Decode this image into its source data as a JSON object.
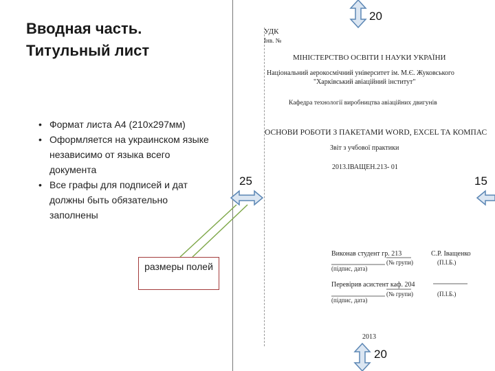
{
  "slide": {
    "title_line1": "Вводная часть.",
    "title_line2": "Титульный лист",
    "bullets": [
      "Формат листа А4 (210х297мм)",
      "Оформляется на украинском языке независимо от языка всего документа",
      "Все графы для подписей и дат должны быть обязательно заполнены"
    ],
    "callout": "размеры полей"
  },
  "margins": {
    "top": "20",
    "bottom": "20",
    "left": "25",
    "right": "15"
  },
  "title_page": {
    "udk": "УДК",
    "inv": "Інв. №",
    "ministry": "МІНІСТЕРСТВО ОСВІТИ І НАУКИ УКРАЇНИ",
    "university": "Національний аерокосмічний університет ім. М.Є. Жуковського",
    "institute": "\"Харківський авіаційний інститут\"",
    "department": "Кафедра технології виробництва авіаційних двигунів",
    "work_title": "ОСНОВИ РОБОТИ З ПАКЕТАМИ WORD, EXCEL ТА КОМПАС",
    "report_type": "Звіт з учбової практики",
    "code": "2013.ІВАЩЕН.213- 01",
    "executed_by": "Виконав студент гр. 213",
    "executor_name": "С.Р. Іващенко",
    "sign_date": "(підпис, дата)",
    "group_no": "(№ групи)",
    "pib": "(П.І.Б.)",
    "checked_by": "Перевірив асистент каф. 204",
    "sign_date2": "(підпис, дата)",
    "group_no2": "(№ групи)",
    "pib2": "(П.І.Б.)",
    "year": "2013"
  },
  "colors": {
    "arrow_fill": "#dbe6f2",
    "arrow_stroke": "#5b86b4",
    "callout_border": "#a33a3a",
    "leader_line": "#7fa84a"
  }
}
